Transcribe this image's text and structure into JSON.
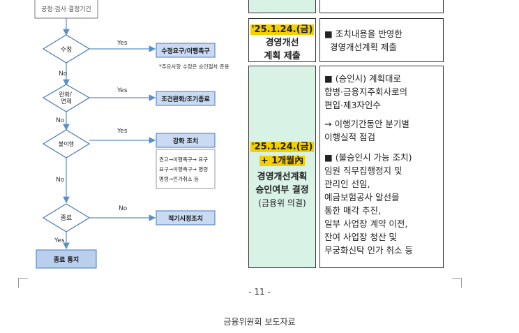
{
  "flowchart": {
    "top_box_text": "공정·검사 결정기간",
    "decisions": [
      "수정",
      "완화/\n면제",
      "불이행",
      "종료"
    ],
    "yes_label": "Yes",
    "no_label": "No",
    "actions": [
      "수정요구/이행촉구",
      "조건완화/조기종료",
      "강화 조치",
      "적기시정조치"
    ],
    "revision_note": "*주요사항 수정은 승인절차 준용",
    "escalation_steps": [
      "권고→이행촉구→ 요구",
      "요구→이행촉구→ 명령",
      "명령→인가취소 등"
    ],
    "end_label": "종료 통지"
  },
  "schedule": {
    "stage1": {
      "date": "'25.1.24.(금)",
      "title_line1": "경영개선",
      "title_line2": "계획 제출",
      "detail": "■ 조치내용을 반영한\n  경영개선계획 제출"
    },
    "stage2": {
      "date": "'25.1.24.(금)",
      "date_suffix": "+ 1개월內",
      "title_line1": "경영개선계획",
      "title_line2": "승인여부 결정",
      "sub": "(금융위 의결)",
      "detail_lines": [
        "■ (승인시) 계획대로",
        "   합병·금융지주회사로의",
        "   편입·제3자인수",
        "→ 이행기간동안 분기별",
        "   이행실적 점검",
        "■ (불승인시 가능 조치)",
        "   임원 직무집행정지 및",
        "   관리인 선임,",
        "   예금보험공사 알선을",
        "   통한 매각 추진,",
        "   일부 사업장 계약 이전,",
        "   잔여 사업장 청산 및",
        "   무궁화신탁 인가 취소 등"
      ]
    }
  },
  "page_number": "- 11 -",
  "footer": "금융위원회 보도자료",
  "colors": {
    "flow_line": "#5b8fc7",
    "diamond_border": "#4a7ab5",
    "action_fill": "#c9daf2",
    "end_fill": "#b8cfee",
    "stage_fill": "#d9f2e6",
    "highlight": "#f5d000"
  }
}
